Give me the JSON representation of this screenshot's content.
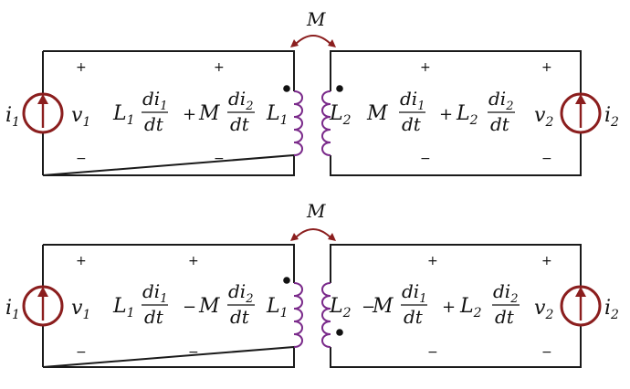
{
  "coupling_label": "M",
  "circuits": [
    {
      "id": "top",
      "source_left": {
        "current": "i",
        "sub": "1",
        "voltage": "v",
        "vsub": "1"
      },
      "left_expr": {
        "coef1": "L",
        "coef1_sub": "1",
        "num1": "di",
        "num1_sub": "1",
        "den1": "dt",
        "op": "+",
        "coef2": "M",
        "num2": "di",
        "num2_sub": "2",
        "den2": "dt"
      },
      "coil_left": {
        "label": "L",
        "sub": "1"
      },
      "coil_right": {
        "label": "L",
        "sub": "2"
      },
      "right_expr": {
        "lead": "",
        "coef1": "M",
        "num1": "di",
        "num1_sub": "1",
        "den1": "dt",
        "op": "+",
        "coef2": "L",
        "coef2_sub": "2",
        "num2": "di",
        "num2_sub": "2",
        "den2": "dt"
      },
      "source_right": {
        "current": "i",
        "sub": "2",
        "voltage": "v",
        "vsub": "2"
      },
      "plus": "+",
      "minus": "−"
    },
    {
      "id": "bottom",
      "source_left": {
        "current": "i",
        "sub": "1",
        "voltage": "v",
        "vsub": "1"
      },
      "left_expr": {
        "coef1": "L",
        "coef1_sub": "1",
        "num1": "di",
        "num1_sub": "1",
        "den1": "dt",
        "op": "−",
        "coef2": "M",
        "num2": "di",
        "num2_sub": "2",
        "den2": "dt"
      },
      "coil_left": {
        "label": "L",
        "sub": "1"
      },
      "coil_right": {
        "label": "L",
        "sub": "2"
      },
      "right_expr": {
        "lead": "−",
        "coef1": "M",
        "num1": "di",
        "num1_sub": "1",
        "den1": "dt",
        "op": "+",
        "coef2": "L",
        "coef2_sub": "2",
        "num2": "di",
        "num2_sub": "2",
        "den2": "dt"
      },
      "source_right": {
        "current": "i",
        "sub": "2",
        "voltage": "v",
        "vsub": "2"
      },
      "plus": "+",
      "minus": "−"
    }
  ]
}
